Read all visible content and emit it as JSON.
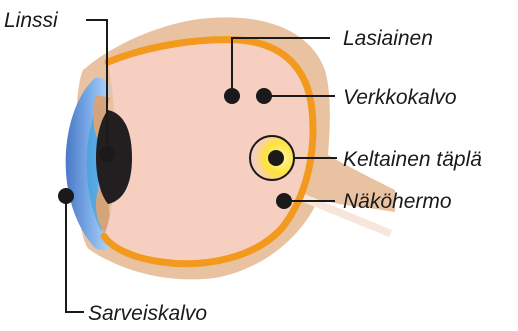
{
  "labels": {
    "lens": "Linssi",
    "vitreous": "Lasiainen",
    "retina": "Verkkokalvo",
    "macula": "Keltainen täplä",
    "optic_nerve": "Näköhermo",
    "cornea": "Sarveiskalvo"
  },
  "colors": {
    "sclera": "#e9c3a1",
    "retina_line": "#f39a1e",
    "vitreous": "#f7cfc0",
    "cornea": "#5f8fd8",
    "cornea_light": "#9cc4ee",
    "lens": "#231f20",
    "macula": "#ffe23a",
    "text": "#1a1a1a"
  }
}
